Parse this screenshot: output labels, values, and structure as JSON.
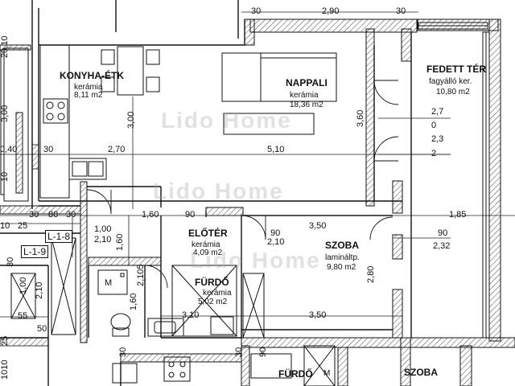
{
  "rooms": [
    {
      "id": "konyha",
      "name": "KONYHA-ÉTK",
      "material": "kerámia",
      "area": "8,11 m2"
    },
    {
      "id": "nappali",
      "name": "NAPPALI",
      "material": "kerámia",
      "area": "18,36 m2"
    },
    {
      "id": "fedett",
      "name": "FEDETT TÉR",
      "material": "fagyálló ker.",
      "area": "10,80 m2"
    },
    {
      "id": "eloter",
      "name": "ELŐTÉR",
      "material": "kerámia",
      "area": "4,09 m2"
    },
    {
      "id": "szoba",
      "name": "SZOBA",
      "material": "lamináltp.",
      "area": "9,80 m2"
    },
    {
      "id": "furdo",
      "name": "FÜRDŐ",
      "material": "kerámia",
      "area": "5,02 m2"
    },
    {
      "id": "furdo2",
      "name": "FÜRDŐ"
    },
    {
      "id": "szoba2",
      "name": "SZOBA"
    }
  ],
  "dimensions": {
    "d30a": "30",
    "d290": "2,90",
    "d30b": "30",
    "d300": "3,00",
    "d360": "3,60",
    "f27": "2,7",
    "f0": "0",
    "f23": "2,3",
    "f2": "2",
    "d040": "0,40",
    "d30c": "30",
    "d270": "2,70",
    "d510": "5,10",
    "d30d": "30",
    "d80": "80",
    "d30e": "30",
    "d100": "1,00",
    "d210a": "2,10",
    "d160a": "1,60",
    "d90a": "90",
    "d90b": "90",
    "d210b": "2,10",
    "d350a": "3,50",
    "d185": "1,85",
    "d90c": "90",
    "d232": "2,32",
    "d280": "2,80",
    "d310": "3,10",
    "d350b": "3,50",
    "d10": "10",
    "d25a": "25",
    "d55": "55",
    "d50": "50",
    "v2010": "20,10",
    "v300": "3,00",
    "v10": "10",
    "v30a": "30",
    "v100": "1,00",
    "v210": "2,10",
    "v2105": "2,105",
    "v160": "1,60",
    "v25": "25",
    "v1010": "1010",
    "v30b": "30",
    "v30c": "30",
    "v90": "90"
  },
  "tags": {
    "l18": "L-1-8",
    "l19": "L-1-9",
    "m1": "M",
    "m2": "M"
  },
  "watermark": "Lido Home"
}
